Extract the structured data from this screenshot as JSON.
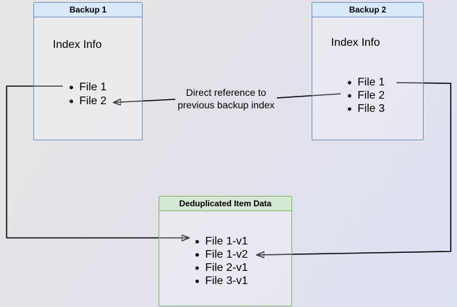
{
  "colors": {
    "blue_fill": "#dae8fc",
    "blue_border": "#6c8ebf",
    "green_fill": "#d5e8d4",
    "green_border": "#82b366",
    "line": "#000000",
    "text": "#000000",
    "bg_from": "#e7e5e3",
    "bg_to": "#dde1f4"
  },
  "boxes": {
    "backup1": {
      "title": "Backup 1",
      "subtitle": "Index Info",
      "items": [
        "File 1",
        "File 2"
      ]
    },
    "backup2": {
      "title": "Backup 2",
      "subtitle": "Index Info",
      "items": [
        "File 1",
        "File 2",
        "File 3"
      ]
    },
    "dedup": {
      "title": "Deduplicated Item Data",
      "items": [
        "File 1-v1",
        "File 1-v2",
        "File 2-v1",
        "File 3-v1"
      ]
    }
  },
  "annotation": {
    "line1": "Direct reference to",
    "line2": "previous backup index"
  }
}
